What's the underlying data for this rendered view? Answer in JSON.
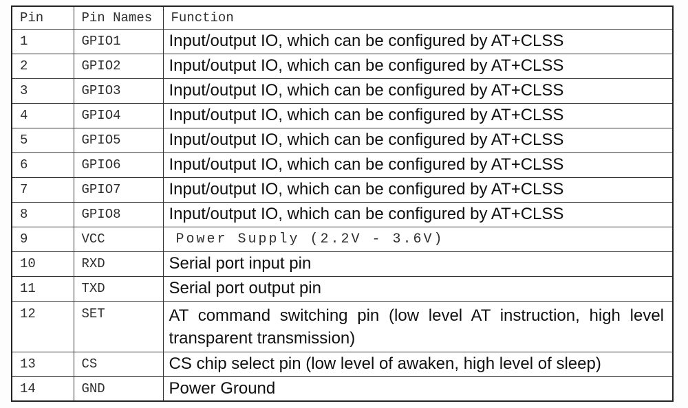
{
  "colors": {
    "border": "#333333",
    "outer_border": "#222222",
    "mono_text": "#2e2e2e",
    "sans_text": "#101010",
    "background": "#fdfdfd"
  },
  "table": {
    "columns": [
      "Pin",
      "Pin Names",
      "Function"
    ],
    "rows": [
      {
        "pin": "1",
        "name": "GPIO1",
        "function": "Input/output IO, which can be configured by AT+CLSS"
      },
      {
        "pin": "2",
        "name": "GPIO2",
        "function": "Input/output IO, which can be configured by AT+CLSS"
      },
      {
        "pin": "3",
        "name": "GPIO3",
        "function": "Input/output IO, which can be configured by AT+CLSS"
      },
      {
        "pin": "4",
        "name": "GPIO4",
        "function": "Input/output IO, which can be configured by AT+CLSS"
      },
      {
        "pin": "5",
        "name": "GPIO5",
        "function": "Input/output IO, which can be configured by AT+CLSS"
      },
      {
        "pin": "6",
        "name": "GPIO6",
        "function": "Input/output IO, which can be configured by AT+CLSS"
      },
      {
        "pin": "7",
        "name": "GPIO7",
        "function": "Input/output IO, which can be configured by AT+CLSS"
      },
      {
        "pin": "8",
        "name": "GPIO8",
        "function": "Input/output IO, which can be configured by AT+CLSS"
      },
      {
        "pin": "9",
        "name": "VCC",
        "function": "Power Supply (2.2V - 3.6V)",
        "render": "mono"
      },
      {
        "pin": "10",
        "name": "RXD",
        "function": "Serial port input pin"
      },
      {
        "pin": "11",
        "name": "TXD",
        "function": "Serial port output pin"
      },
      {
        "pin": "12",
        "name": "SET",
        "function": "AT command switching pin (low level AT instruction, high level transparent transmission)",
        "render": "justify"
      },
      {
        "pin": "13",
        "name": "CS",
        "function": "CS chip select pin (low level of awaken, high level of sleep)"
      },
      {
        "pin": "14",
        "name": "GND",
        "function": "Power Ground"
      }
    ]
  }
}
